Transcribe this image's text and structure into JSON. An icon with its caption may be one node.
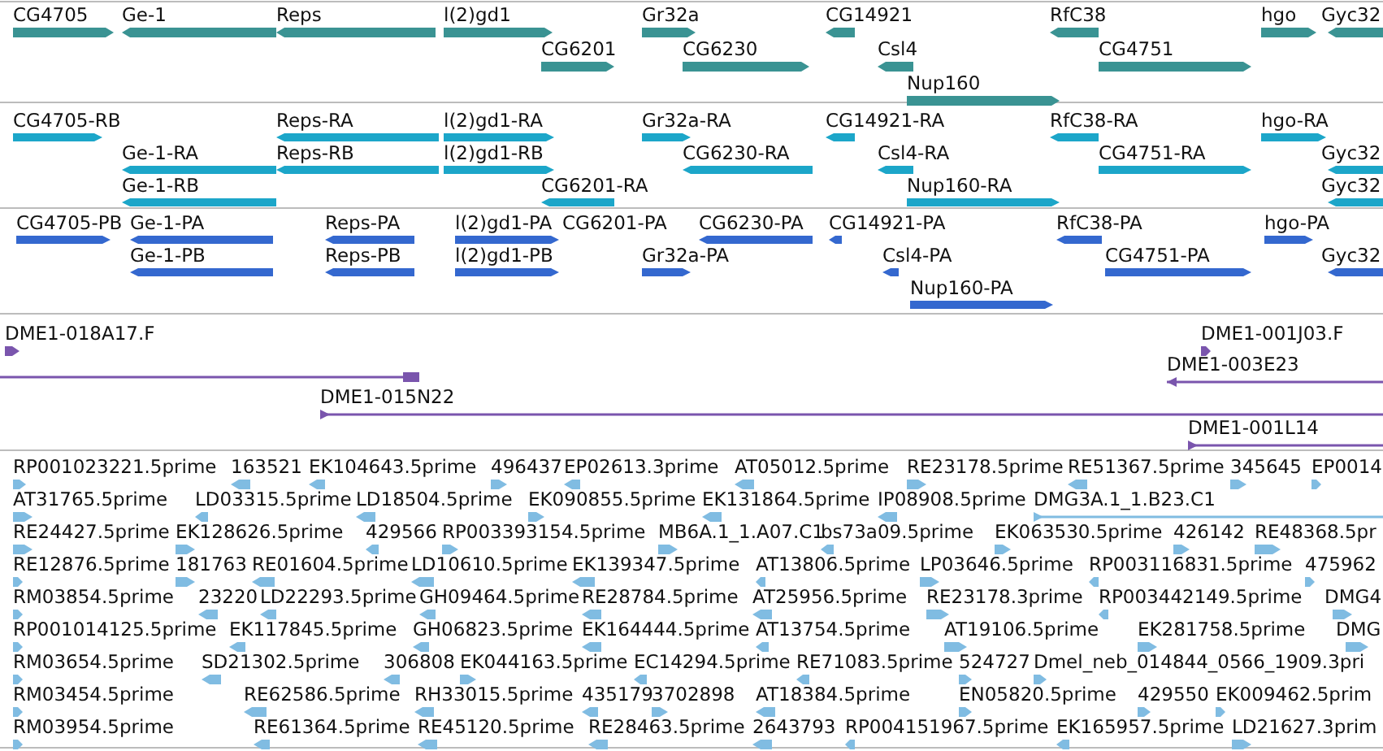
{
  "diagram": {
    "labels": [
      "CG4705",
      "Ge-1",
      "Reps",
      "l(2)gd1",
      "Gr32a",
      "CG14921",
      "RfC38",
      "hgo",
      "Gyc32",
      "CG6201",
      "CG6230",
      "Csl4",
      "CG4751",
      "Nup160",
      "CG4705-RB",
      "Reps-RA",
      "l(2)gd1-RA",
      "Gr32a-RA",
      "CG14921-RA",
      "RfC38-RA",
      "hgo-RA",
      "Ge-1-RA",
      "Reps-RB",
      "l(2)gd1-RB",
      "CG6230-RA",
      "Csl4-RA",
      "CG4751-RA",
      "Gyc32",
      "Ge-1-RB",
      "CG6201-RA",
      "Nup160-RA",
      "Gyc32",
      "CG4705-PB",
      "Ge-1-PA",
      "Reps-PA",
      "l(2)gd1-PA",
      "CG6201-PA",
      "CG6230-PA",
      "CG14921-PA",
      "RfC38-PA",
      "hgo-PA",
      "Ge-1-PB",
      "Reps-PB",
      "l(2)gd1-PB",
      "Gr32a-PA",
      "Csl4-PA",
      "CG4751-PA",
      "Gyc32",
      "Nup160-PA",
      "DME1-018A17.F",
      "DME1-001J03.F",
      "DME1-003E23",
      "DME1-015N22",
      "DME1-001L14",
      "RP001023221.5prime",
      "163521",
      "EK104643.5prime",
      "496437",
      "EP02613.3prime",
      "AT05012.5prime",
      "RE23178.5prime",
      "RE51367.5prime",
      "345645",
      "EP0014",
      "AT31765.5prime",
      "LD03315.5prime",
      "LD18504.5prime",
      "EK090855.5prime",
      "EK131864.5prime",
      "IP08908.5prime",
      "DMG3A.1_1.B23.C1",
      "RE24427.5prime",
      "EK128626.5prime",
      "429566",
      "RP003393154.5prime",
      "MB6A.1_1.A07.C1",
      "bs73a09.5prime",
      "EK063530.5prime",
      "426142",
      "RE48368.5pr",
      "RE12876.5prime",
      "181763",
      "RE01604.5prime",
      "LD10610.5prime",
      "EK139347.5prime",
      "AT13806.5prime",
      "LP03646.5prime",
      "RP003116831.5prime",
      "475962",
      "RM03854.5prime",
      "23220",
      "LD22293.5prime",
      "GH09464.5prime",
      "RE28784.5prime",
      "AT25956.5prime",
      "RE23178.3prime",
      "RP003442149.5prime",
      "DMG4",
      "RP001014125.5prime",
      "EK117845.5prime",
      "GH06823.5prime",
      "EK164444.5prime",
      "AT13754.5prime",
      "AT19106.5prime",
      "EK281758.5prime",
      "DMG",
      "RM03654.5prime",
      "SD21302.5prime",
      "306808",
      "EK044163.5prime",
      "EC14294.5prime",
      "RE71083.5prime",
      "524727",
      "Dmel_neb_014844_0566_1909.3pri",
      "RM03454.5prime",
      "RE62586.5prime",
      "RH33015.5prime",
      "435179",
      "3702898",
      "AT18384.5prime",
      "EN05820.5prime",
      "429550",
      "EK009462.5prim",
      "RM03954.5prime",
      "RE61364.5prime",
      "RE45120.5prime",
      "RE28463.5prime",
      "2643793",
      "RP004151967.5prime",
      "EK165957.5prime",
      "LD21627.3prim"
    ]
  }
}
